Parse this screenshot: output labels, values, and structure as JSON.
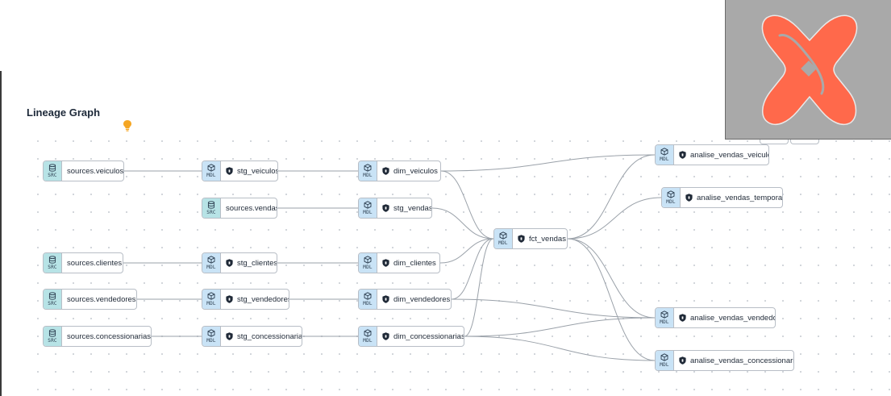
{
  "page": {
    "title": "Lineage Graph"
  },
  "colors": {
    "src_badge": "#b7e3e6",
    "mdl_badge": "#c9e3f6",
    "edge": "#9aa1a9",
    "logo": "#ff694b",
    "logo_bg": "#a9a9a9"
  },
  "badges": {
    "src": "SRC",
    "mdl": "MDL"
  },
  "icons": {
    "src": "database-icon",
    "mdl": "cube-icon",
    "access": "shield-icon",
    "hint": "lightbulb-icon",
    "logo": "dbt-logo"
  },
  "nodes": [
    {
      "id": "sources.veiculos",
      "label": "sources.veiculos",
      "type": "src",
      "shield": false
    },
    {
      "id": "sources.vendas",
      "label": "sources.vendas",
      "type": "src",
      "shield": false
    },
    {
      "id": "sources.clientes",
      "label": "sources.clientes",
      "type": "src",
      "shield": false
    },
    {
      "id": "sources.vendedores",
      "label": "sources.vendedores",
      "type": "src",
      "shield": false
    },
    {
      "id": "sources.concessionarias",
      "label": "sources.concessionarias",
      "type": "src",
      "shield": false
    },
    {
      "id": "stg_veiculos",
      "label": "stg_veiculos",
      "type": "mdl",
      "shield": true
    },
    {
      "id": "stg_clientes",
      "label": "stg_clientes",
      "type": "mdl",
      "shield": true
    },
    {
      "id": "stg_vendedores",
      "label": "stg_vendedores",
      "type": "mdl",
      "shield": true
    },
    {
      "id": "stg_concessionarias",
      "label": "stg_concessionarias",
      "type": "mdl",
      "shield": true
    },
    {
      "id": "dim_veiculos",
      "label": "dim_veiculos",
      "type": "mdl",
      "shield": true
    },
    {
      "id": "stg_vendas",
      "label": "stg_vendas",
      "type": "mdl",
      "shield": true
    },
    {
      "id": "dim_clientes",
      "label": "dim_clientes",
      "type": "mdl",
      "shield": true
    },
    {
      "id": "dim_vendedores",
      "label": "dim_vendedores",
      "type": "mdl",
      "shield": true
    },
    {
      "id": "dim_concessionarias",
      "label": "dim_concessionarias",
      "type": "mdl",
      "shield": true
    },
    {
      "id": "fct_vendas",
      "label": "fct_vendas",
      "type": "mdl",
      "shield": true
    },
    {
      "id": "analise_vendas_veiculo",
      "label": "analise_vendas_veiculo",
      "type": "mdl",
      "shield": true
    },
    {
      "id": "analise_vendas_temporal",
      "label": "analise_vendas_temporal",
      "type": "mdl",
      "shield": true
    },
    {
      "id": "analise_vendas_vendedor",
      "label": "analise_vendas_vendedor",
      "type": "mdl",
      "shield": true
    },
    {
      "id": "analise_vendas_concessionaria",
      "label": "analise_vendas_concessionaria",
      "type": "mdl",
      "shield": true
    }
  ],
  "edges": [
    [
      "sources.veiculos",
      "stg_veiculos"
    ],
    [
      "sources.vendas",
      "stg_vendas"
    ],
    [
      "sources.clientes",
      "stg_clientes"
    ],
    [
      "sources.vendedores",
      "stg_vendedores"
    ],
    [
      "sources.concessionarias",
      "stg_concessionarias"
    ],
    [
      "stg_veiculos",
      "dim_veiculos"
    ],
    [
      "stg_clientes",
      "dim_clientes"
    ],
    [
      "stg_vendedores",
      "dim_vendedores"
    ],
    [
      "stg_concessionarias",
      "dim_concessionarias"
    ],
    [
      "dim_veiculos",
      "fct_vendas"
    ],
    [
      "stg_vendas",
      "fct_vendas"
    ],
    [
      "dim_clientes",
      "fct_vendas"
    ],
    [
      "dim_vendedores",
      "fct_vendas"
    ],
    [
      "dim_concessionarias",
      "fct_vendas"
    ],
    [
      "dim_veiculos",
      "analise_vendas_veiculo"
    ],
    [
      "fct_vendas",
      "analise_vendas_veiculo"
    ],
    [
      "fct_vendas",
      "analise_vendas_temporal"
    ],
    [
      "fct_vendas",
      "analise_vendas_vendedor"
    ],
    [
      "fct_vendas",
      "analise_vendas_concessionaria"
    ],
    [
      "dim_vendedores",
      "analise_vendas_vendedor"
    ],
    [
      "dim_concessionarias",
      "analise_vendas_vendedor"
    ],
    [
      "dim_concessionarias",
      "analise_vendas_concessionaria"
    ]
  ]
}
